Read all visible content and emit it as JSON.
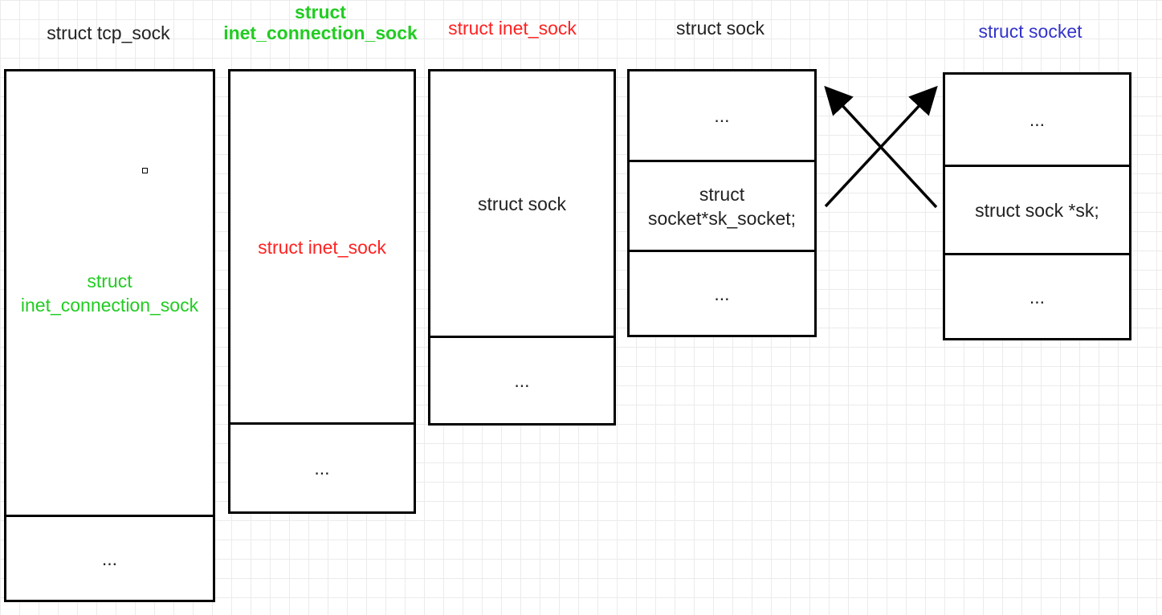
{
  "colors": {
    "black": "#222222",
    "green": "#22cc22",
    "red": "#ff2222",
    "blue": "#3333cc"
  },
  "structs": [
    {
      "title": "struct tcp_sock",
      "title_color": "#222222",
      "cells": [
        {
          "text": "struct\ninet_connection_sock",
          "color": "#22cc22"
        },
        {
          "text": "...",
          "color": "#222222"
        }
      ]
    },
    {
      "title": "struct\ninet_connection_sock",
      "title_color": "#22cc22",
      "cells": [
        {
          "text": "struct inet_sock",
          "color": "#ff2222"
        },
        {
          "text": "...",
          "color": "#222222"
        }
      ]
    },
    {
      "title": "struct inet_sock",
      "title_color": "#ff2222",
      "cells": [
        {
          "text": "struct sock",
          "color": "#222222"
        },
        {
          "text": "...",
          "color": "#222222"
        }
      ]
    },
    {
      "title": "struct sock",
      "title_color": "#222222",
      "cells": [
        {
          "text": "...",
          "color": "#222222"
        },
        {
          "text": "struct\nsocket*sk_socket;",
          "color": "#222222"
        },
        {
          "text": "...",
          "color": "#222222"
        }
      ]
    },
    {
      "title": "struct socket",
      "title_color": "#3333cc",
      "cells": [
        {
          "text": "...",
          "color": "#222222"
        },
        {
          "text": "struct sock *sk;",
          "color": "#222222"
        },
        {
          "text": "...",
          "color": "#222222"
        }
      ]
    }
  ],
  "arrows": [
    {
      "from": "struct sock.sk_socket",
      "to": "struct socket"
    },
    {
      "from": "struct socket.sk",
      "to": "struct sock"
    }
  ]
}
